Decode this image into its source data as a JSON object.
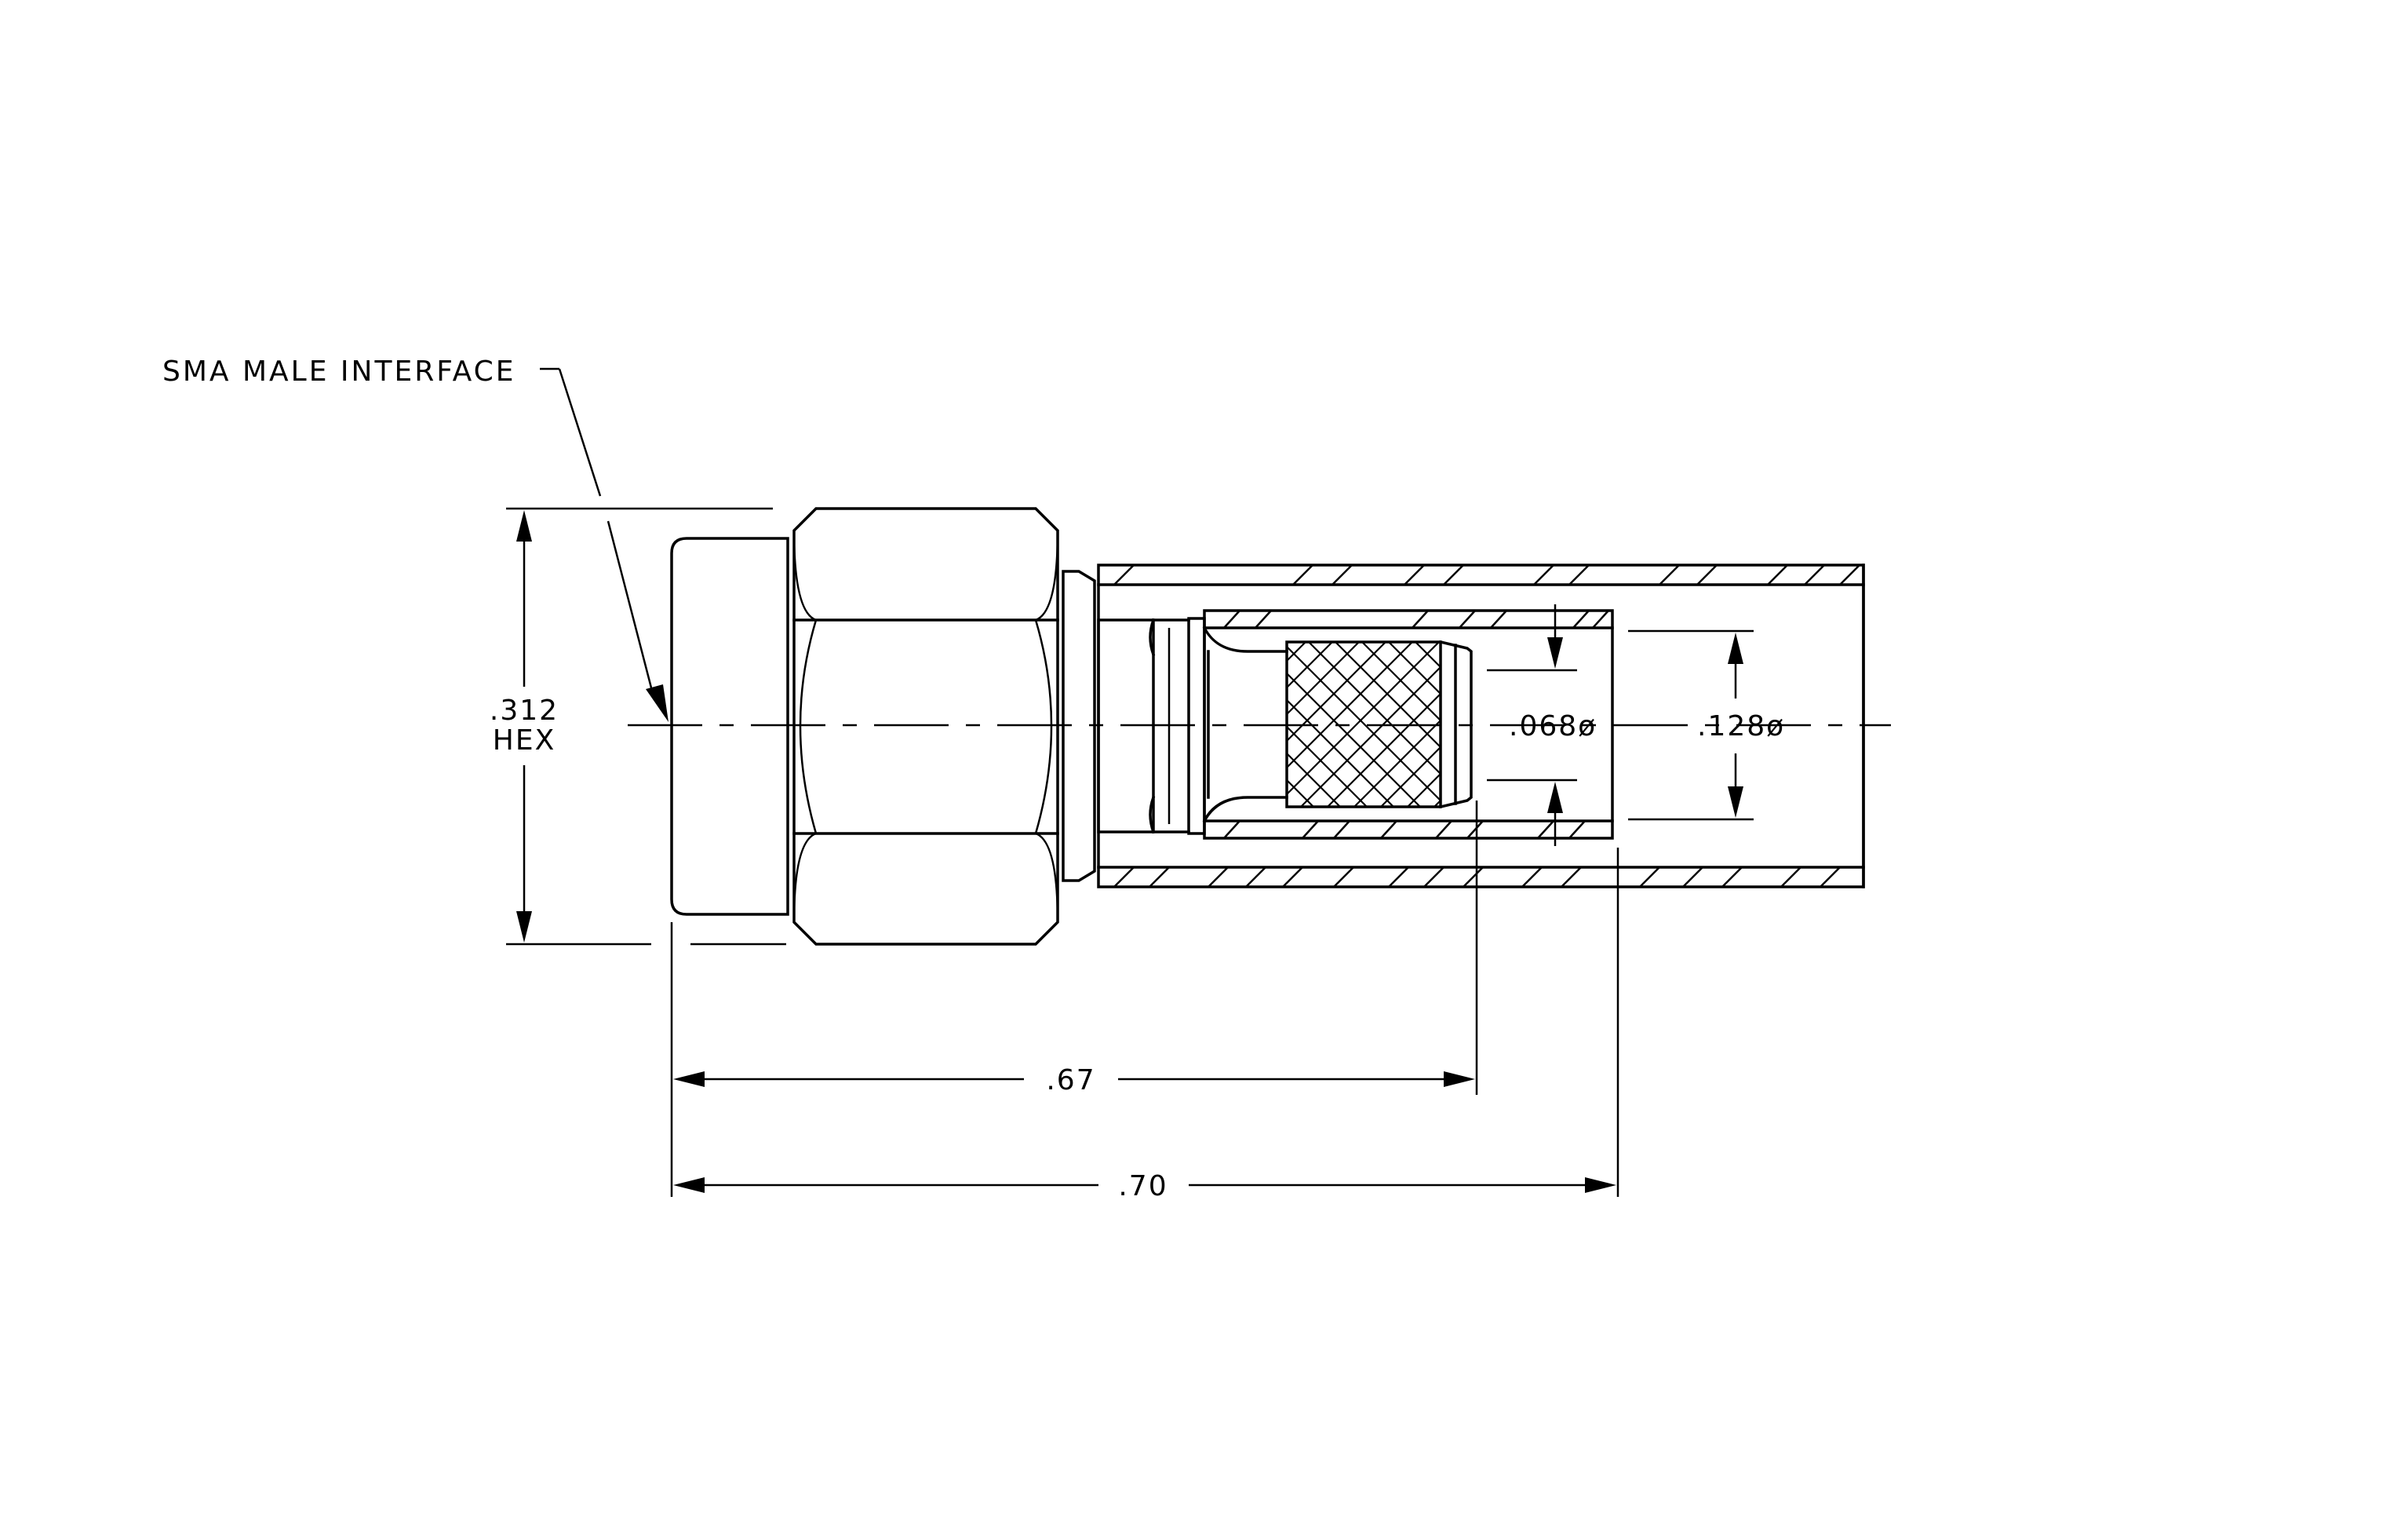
{
  "callout": {
    "label": "SMA MALE INTERFACE"
  },
  "dimensions": {
    "hex_value": ".312",
    "hex_unit": "HEX",
    "length_short": ".67",
    "length_long": ".70",
    "inner_diameter": ".068ø",
    "outer_diameter": ".128ø"
  },
  "colors": {
    "line": "#000000",
    "background": "#ffffff"
  }
}
